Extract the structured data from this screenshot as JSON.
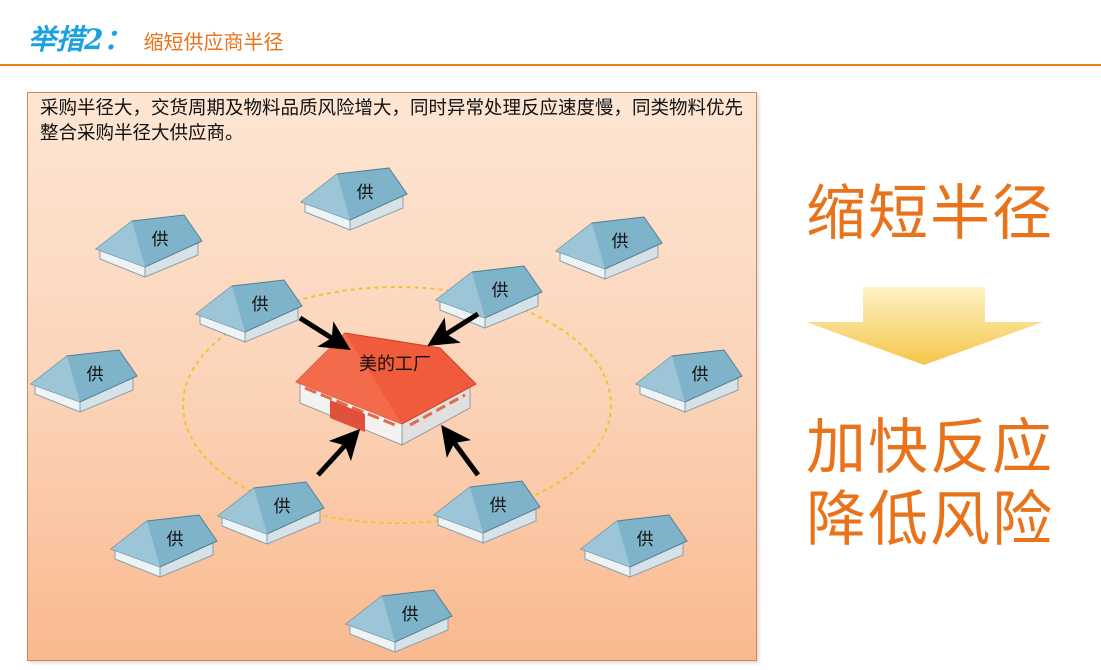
{
  "header": {
    "title": "举措2：",
    "subtitle": "缩短供应商半径"
  },
  "panel": {
    "text": "采购半径大，交货周期及物料品质风险增大，同时异常处理反应速度慢，同类物料优先整合采购半径大供应商。"
  },
  "diagram": {
    "factory_label": "美的工厂",
    "supplier_label": "供"
  },
  "right": {
    "line1": "缩短半径",
    "line2": "加快反应",
    "line3": "降低风险"
  },
  "colors": {
    "accent_orange": "#e8731a",
    "title_blue": "#1ba1e2",
    "house_roof": "#7fb3c9",
    "factory_roof": "#ee5a3a",
    "ring": "#f2c230"
  }
}
